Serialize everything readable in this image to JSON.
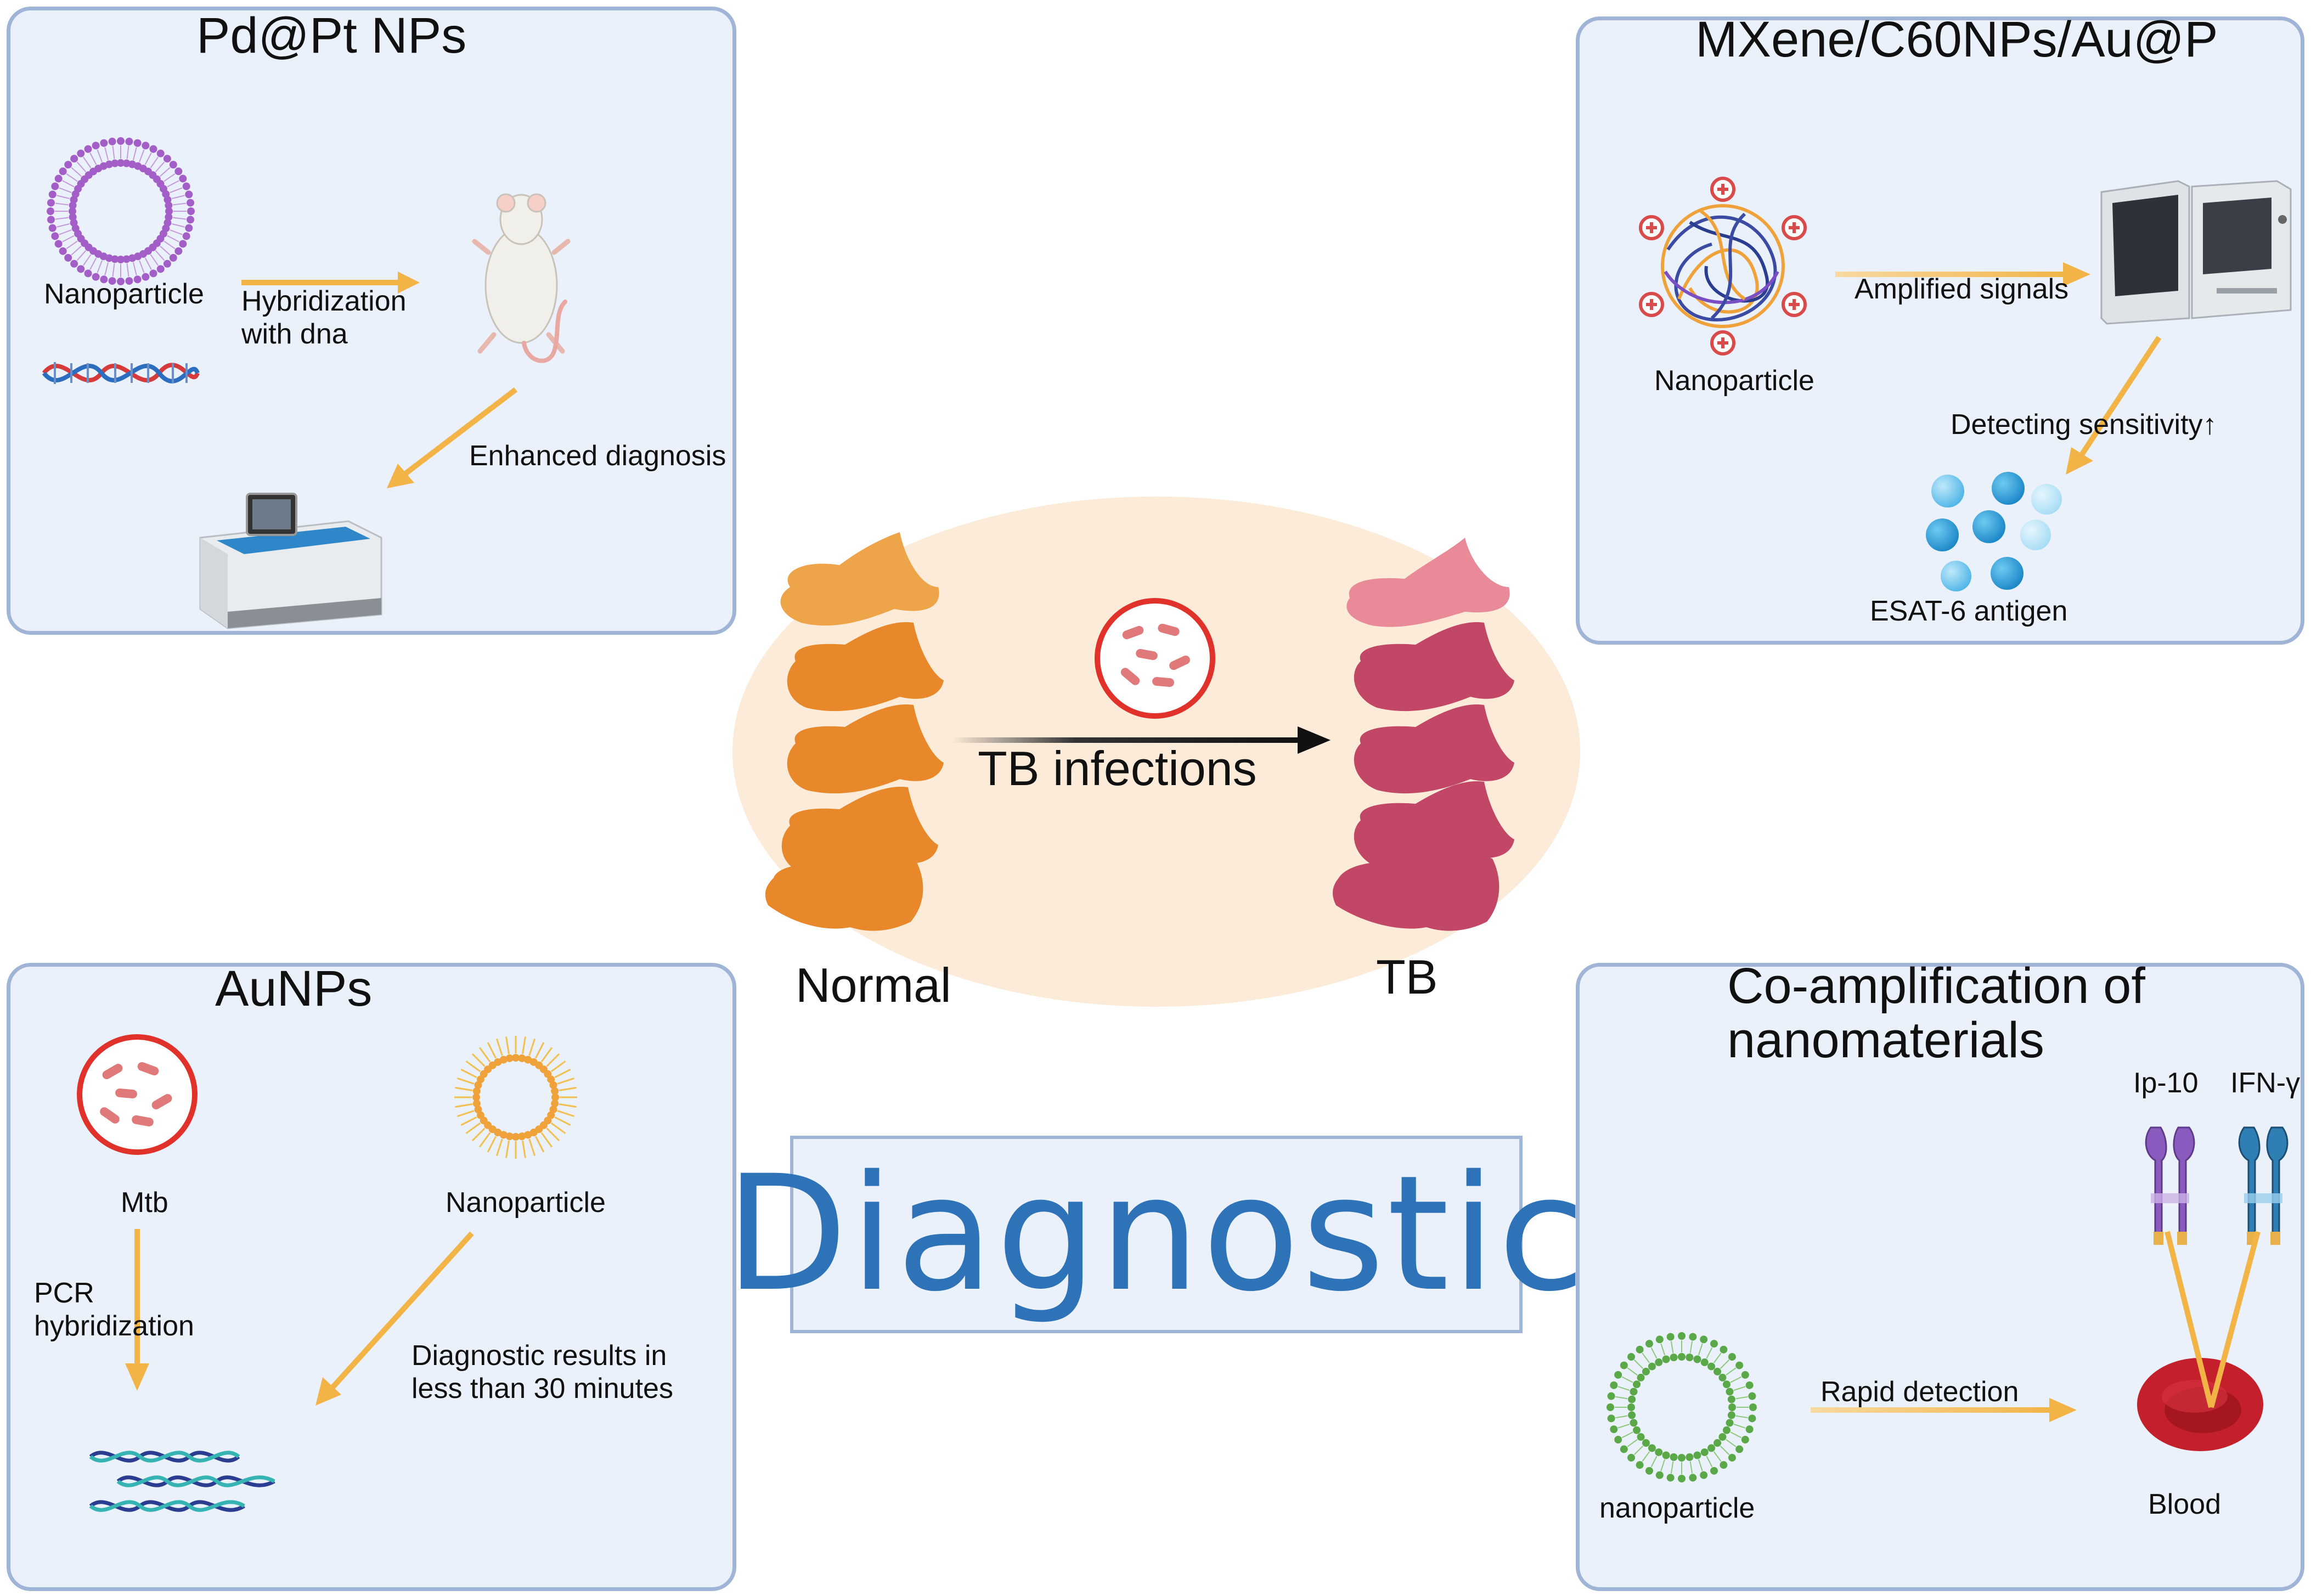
{
  "center": {
    "arrow_label": "TB infections",
    "left_label": "Normal",
    "right_label": "TB",
    "colors": {
      "normal_vertebra": "#e8882a",
      "tb_vertebra": "#c24766",
      "ellipse": "#fcebd8"
    }
  },
  "main_title": "Diagnostic",
  "panels": {
    "pd_pt": {
      "title": "Pd@Pt NPs",
      "nanoparticle_label": "Nanoparticle",
      "step1_label": "Hybridization\nwith dna",
      "step2_label": "Enhanced diagnosis"
    },
    "mxene": {
      "title": "MXene/C60NPs/Au@P",
      "nanoparticle_label": "Nanoparticle",
      "step1_label": "Amplified signals",
      "step2_label": "Detecting sensitivity↑",
      "antigen_label": "ESAT-6 antigen"
    },
    "aunps": {
      "title": "AuNPs",
      "mtb_label": "Mtb",
      "nanoparticle_label": "Nanoparticle",
      "pcr_label": "PCR\nhybridization",
      "result_label": "Diagnostic results in\nless than 30 minutes"
    },
    "coamp": {
      "title": "Co-amplification of\nnanomaterials",
      "marker1_label": "Ip-10",
      "marker2_label": "IFN-γ",
      "nanoparticle_label": "nanoparticle",
      "step_label": "Rapid detection",
      "blood_label": "Blood"
    }
  },
  "accent_colors": {
    "arrow": "#f2b447",
    "panel_border": "#9fb4d6",
    "panel_fill": "#eaf1fb",
    "title_blue": "#2e73b8"
  }
}
